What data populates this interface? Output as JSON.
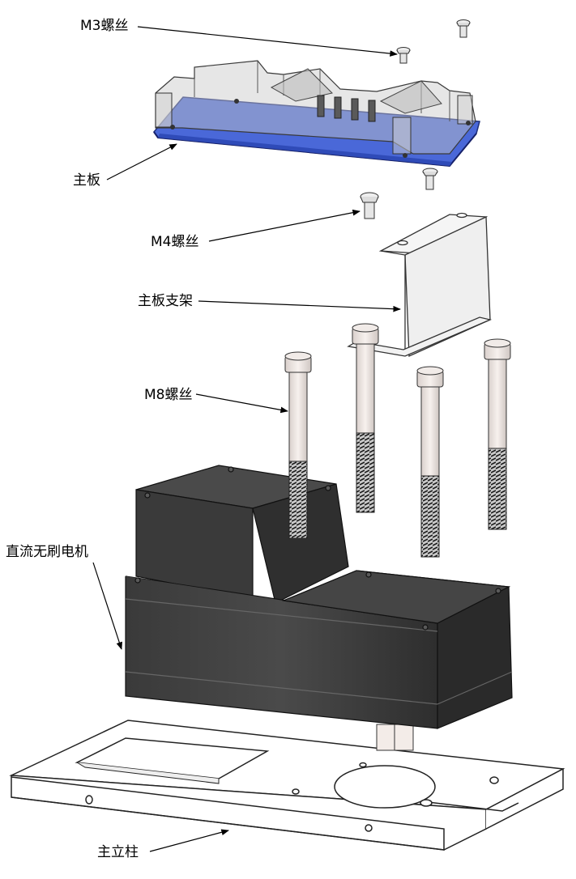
{
  "diagram": {
    "labels": {
      "m3_screw": "M3螺丝",
      "main_board": "主板",
      "m4_screw": "M4螺丝",
      "board_bracket": "主板支架",
      "m8_screw": "M8螺丝",
      "bldc_motor": "直流无刷电机",
      "main_column": "主立柱"
    }
  }
}
